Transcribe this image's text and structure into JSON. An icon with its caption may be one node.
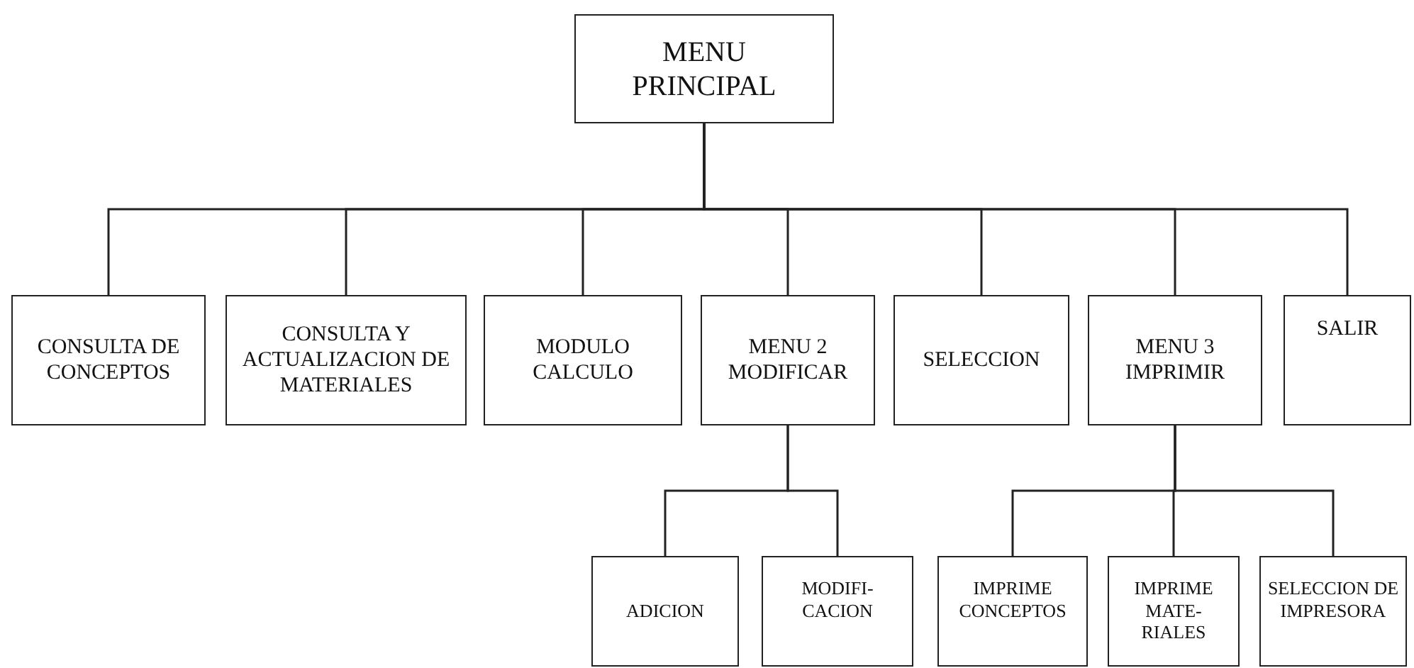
{
  "diagram": {
    "nodes": [
      {
        "text": [
          "MENU PRINCIPAL"
        ]
      },
      {
        "text": [
          "CONSULTA DE CONCEPTOS"
        ]
      },
      {
        "text": [
          "CONSULTA Y ACTUALIZACION DE MATERIALES"
        ]
      },
      {
        "text": [
          "MODULO CALCULO"
        ]
      },
      {
        "text": [
          "MENU 2 MODIFICAR"
        ]
      },
      {
        "text": [
          "SELECCION"
        ]
      },
      {
        "text": [
          "MENU 3 IMPRIMIR"
        ]
      },
      {
        "text": [
          "SALIR"
        ]
      },
      {
        "text": [
          "ADICION"
        ]
      },
      {
        "text": [
          "MODIFI- CACION"
        ]
      },
      {
        "text": [
          "IMPRIME CONCEPTOS"
        ]
      },
      {
        "text": [
          "IMPRIME MATE- RIALES"
        ]
      },
      {
        "text": [
          "SELECCION DE IMPRESORA"
        ]
      }
    ],
    "edges": [
      {
        "from": 0,
        "to": 1,
        "arrow": "none"
      },
      {
        "from": 0,
        "to": 2,
        "arrow": "none"
      },
      {
        "from": 0,
        "to": 3,
        "arrow": "none"
      },
      {
        "from": 0,
        "to": 4,
        "arrow": "none"
      },
      {
        "from": 0,
        "to": 5,
        "arrow": "none"
      },
      {
        "from": 0,
        "to": 6,
        "arrow": "none"
      },
      {
        "from": 0,
        "to": 7,
        "arrow": "none"
      },
      {
        "from": 4,
        "to": 8,
        "arrow": "none"
      },
      {
        "from": 4,
        "to": 9,
        "arrow": "none"
      },
      {
        "from": 6,
        "to": 10,
        "arrow": "none"
      },
      {
        "from": 6,
        "to": 11,
        "arrow": "none"
      },
      {
        "from": 6,
        "to": 12,
        "arrow": "none"
      }
    ]
  }
}
